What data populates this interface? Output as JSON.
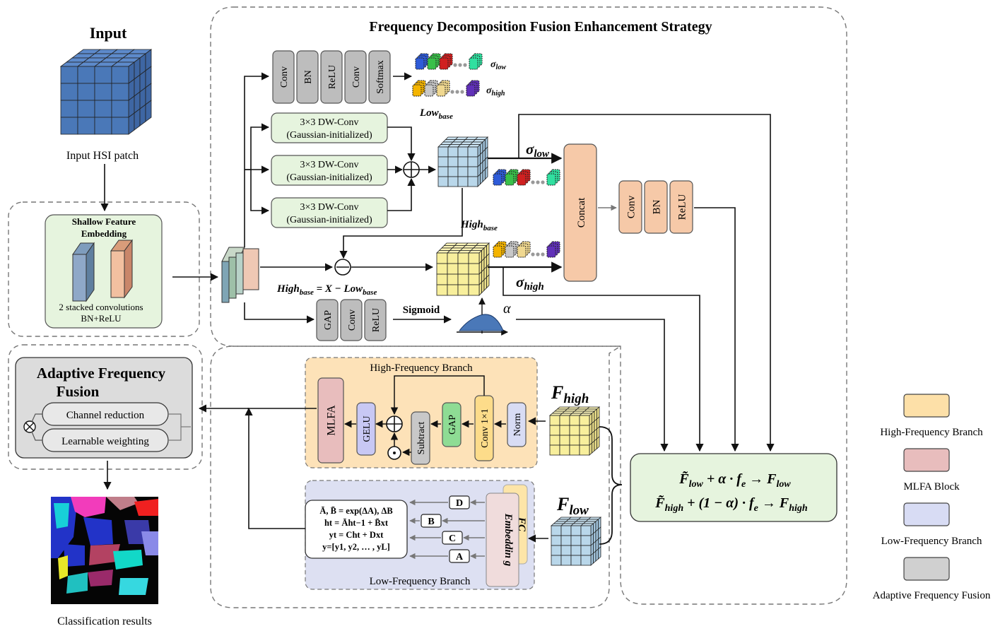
{
  "input": {
    "title": "Input",
    "caption": "Input HSI patch"
  },
  "shallow": {
    "title_line1": "Shallow Feature",
    "title_line2": "Embedding",
    "caption_line1": "2 stacked convolutions",
    "caption_line2": "BN+ReLU"
  },
  "fdfes": {
    "title": "Frequency Decomposition Fusion Enhancement Strategy",
    "top_ops": [
      "Conv",
      "BN",
      "ReLU",
      "Conv",
      "Softmax"
    ],
    "dw_conv_line1": "3×3 DW-Conv",
    "dw_conv_line2": "(Gaussian-initialized)",
    "sigma_low": "σlow",
    "sigma_high": "σhigh",
    "low_base": "Lowbase",
    "high_base": "Highbase",
    "equation": "Highbase = X − Lowbase",
    "concat": "Concat",
    "post_ops": [
      "Conv",
      "BN",
      "ReLU"
    ],
    "alpha_ops": [
      "GAP",
      "Conv",
      "ReLU"
    ],
    "sigmoid": "Sigmoid",
    "alpha": "α"
  },
  "high_branch": {
    "title": "High-Frequency Branch",
    "ops": [
      "MLFA",
      "GELU",
      "Subtract",
      "GAP",
      "Conv 1×1",
      "Norm"
    ],
    "feature_label": "Fhigh"
  },
  "low_branch": {
    "title": "Low-Frequency Branch",
    "ssm_lines": [
      "Ā, B̄ = exp(ΔA), ΔB",
      "ht = Āht−1 + B̄xt",
      "yt = Cht + Dxt",
      "y=[y1, y2, … , yL]"
    ],
    "letters": [
      "D",
      "B",
      "C",
      "A"
    ],
    "embedding": "Embeddin g",
    "fc": "FC",
    "feature_label": "Flow"
  },
  "fusion_eq": {
    "line1": "F̃low + α · fe → Flow",
    "line2": "F̃high + (1 − α) · fe → Fhigh"
  },
  "adaptive": {
    "title_line1": "Adaptive Frequency",
    "title_line2": "Fusion",
    "item1": "Channel reduction",
    "item2": "Learnable weighting"
  },
  "result": {
    "caption": "Classification results"
  },
  "legend": [
    {
      "label": "High-Frequency Branch",
      "color": "#fde0a8"
    },
    {
      "label": "MLFA Block",
      "color": "#e8bdbd"
    },
    {
      "label": "Low-Frequency Branch",
      "color": "#d8dcf4"
    },
    {
      "label": "Adaptive Frequency Fusion",
      "color": "#d0d0d0"
    }
  ],
  "colors": {
    "op_gray": "#bdbdbd",
    "green_box": "#e6f4de",
    "concat": "#f6c9a8",
    "orange_bg": "#fde2b8",
    "lavender_bg": "#dde0f2",
    "cube_blue": "#4a78b8",
    "cube_lightblue": "#b9d7ea",
    "cube_yellow": "#f8ef9c"
  }
}
